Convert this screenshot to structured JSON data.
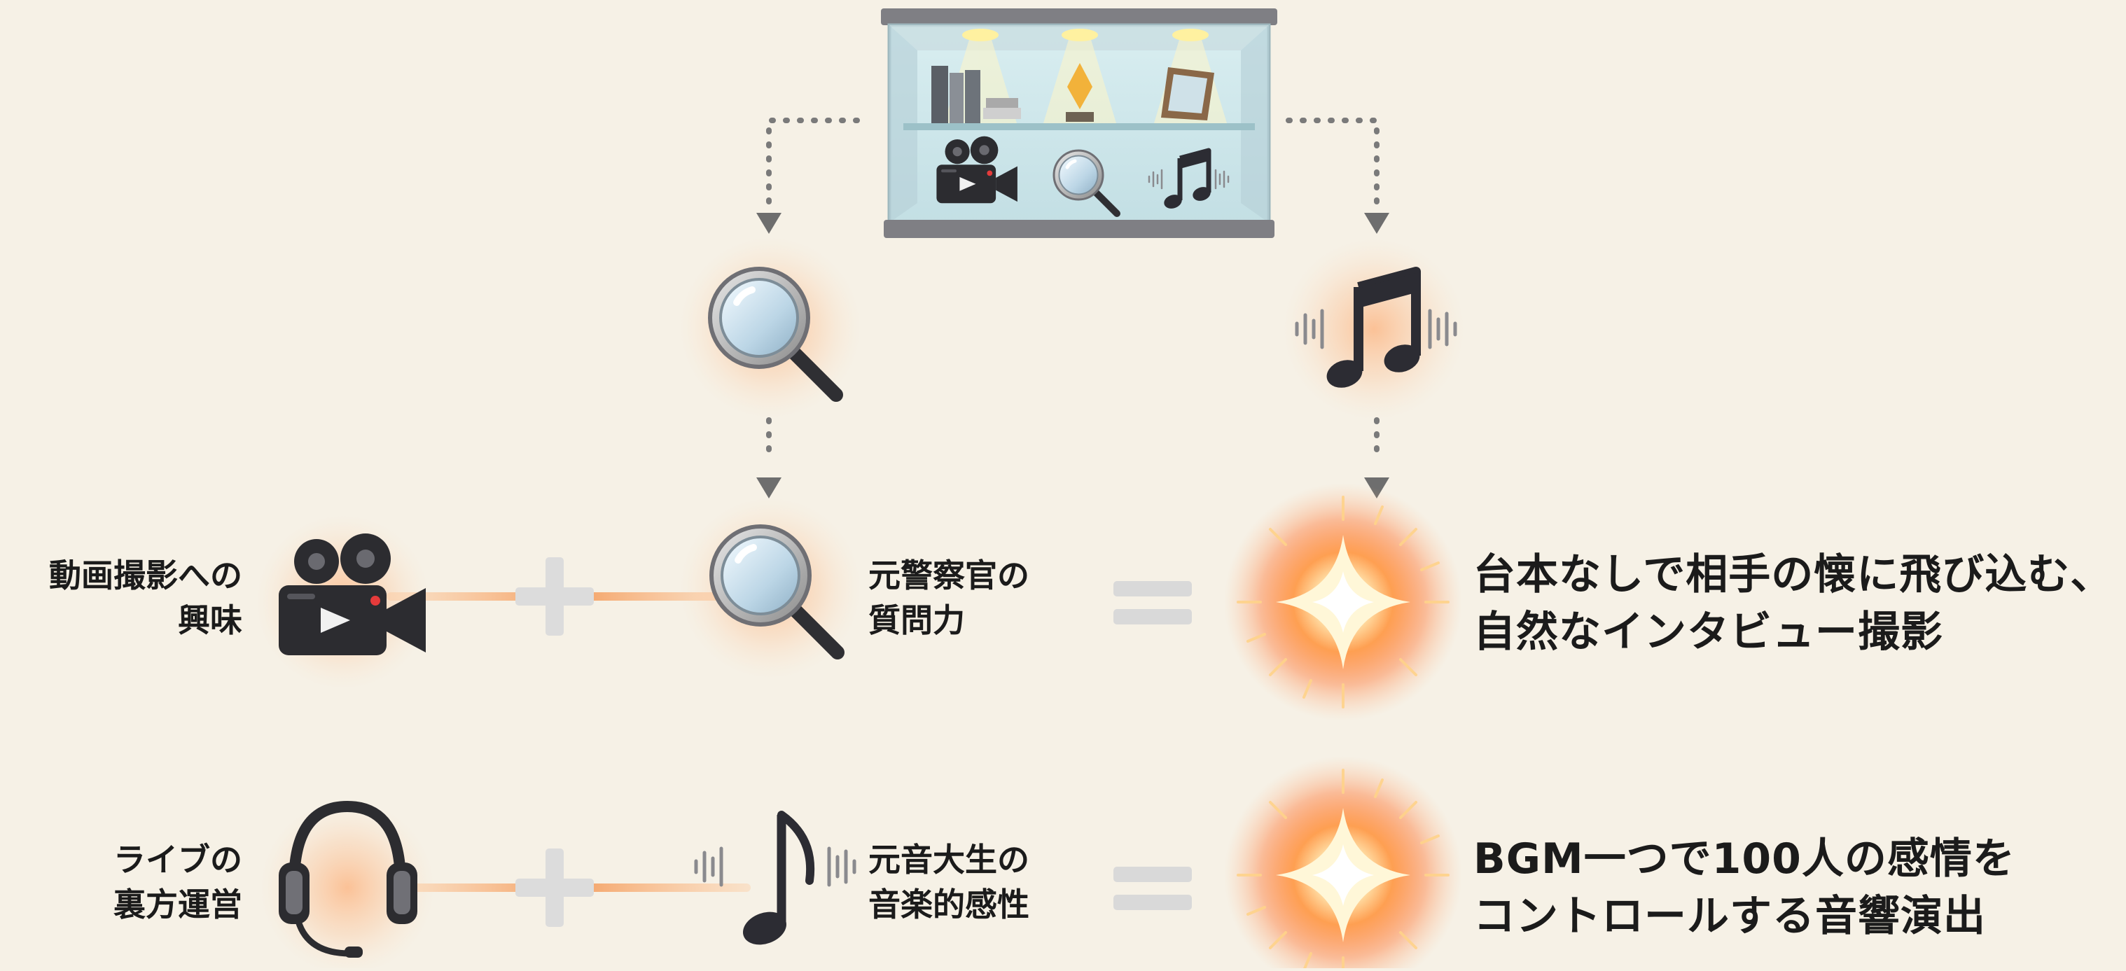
{
  "rows": [
    {
      "skill_label": "動画撮影への\n興味",
      "skill_icon": "video-camera-icon",
      "partner_label": "元警察官の\n質問力",
      "partner_icon": "magnifying-glass-icon",
      "operator_plus": "+",
      "operator_equals": "=",
      "result_icon": "sparkle-burst-icon",
      "result_text": "台本なしで相手の懐に飛び込む、\n自然なインタビュー撮影"
    },
    {
      "skill_label": "ライブの\n裏方運営",
      "skill_icon": "headset-icon",
      "partner_label": "元音大生の\n音楽的感性",
      "partner_icon": "music-note-icon",
      "operator_plus": "+",
      "operator_equals": "=",
      "result_icon": "sparkle-burst-icon",
      "result_text": "BGM一つで100人の感情を\nコントロールする音響演出"
    }
  ],
  "display_case": {
    "icon": "display-case-icon",
    "shelf_items": [
      "books-icon",
      "trophy-icon",
      "picture-frame-icon",
      "video-camera-icon",
      "magnifying-glass-icon",
      "music-note-icon"
    ]
  },
  "colors": {
    "background": "#f6f1e6",
    "glow": "#ff8a3c",
    "connector": "#f3a064",
    "operator": "#d9d9d9",
    "text": "#1b1b1b",
    "arrow": "#7a7a7a"
  }
}
